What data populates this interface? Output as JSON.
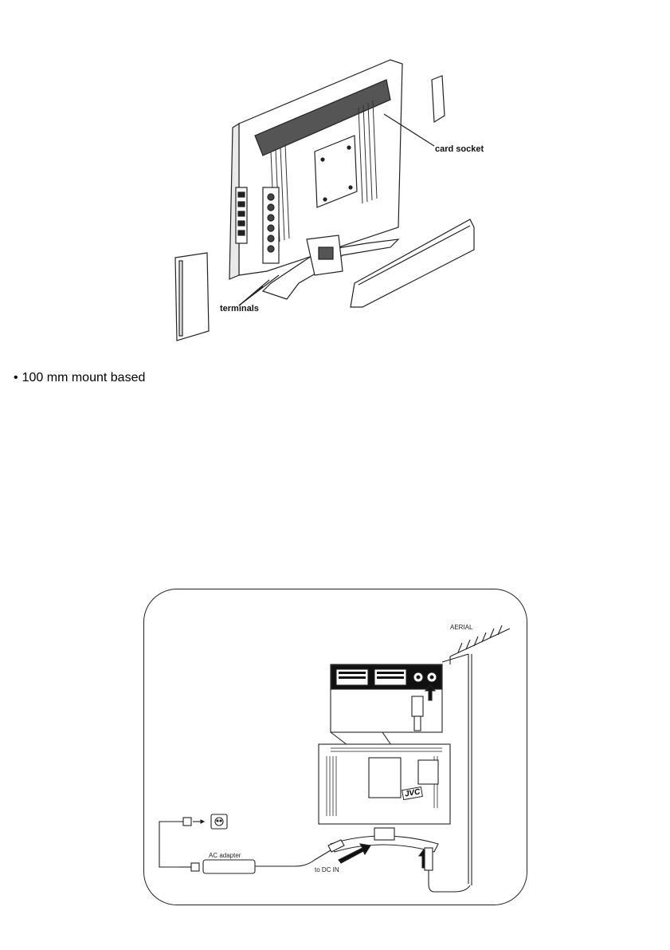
{
  "top_figure": {
    "labels": {
      "card_socket": "card socket",
      "terminals": "terminals"
    }
  },
  "bullet": {
    "symbol": "•",
    "text": "100 mm mount based"
  },
  "bottom_figure": {
    "labels": {
      "aerial": "AERIAL",
      "ac_adapter": "AC adapter",
      "dc_in": "to DC IN",
      "brand": "JVC"
    }
  }
}
